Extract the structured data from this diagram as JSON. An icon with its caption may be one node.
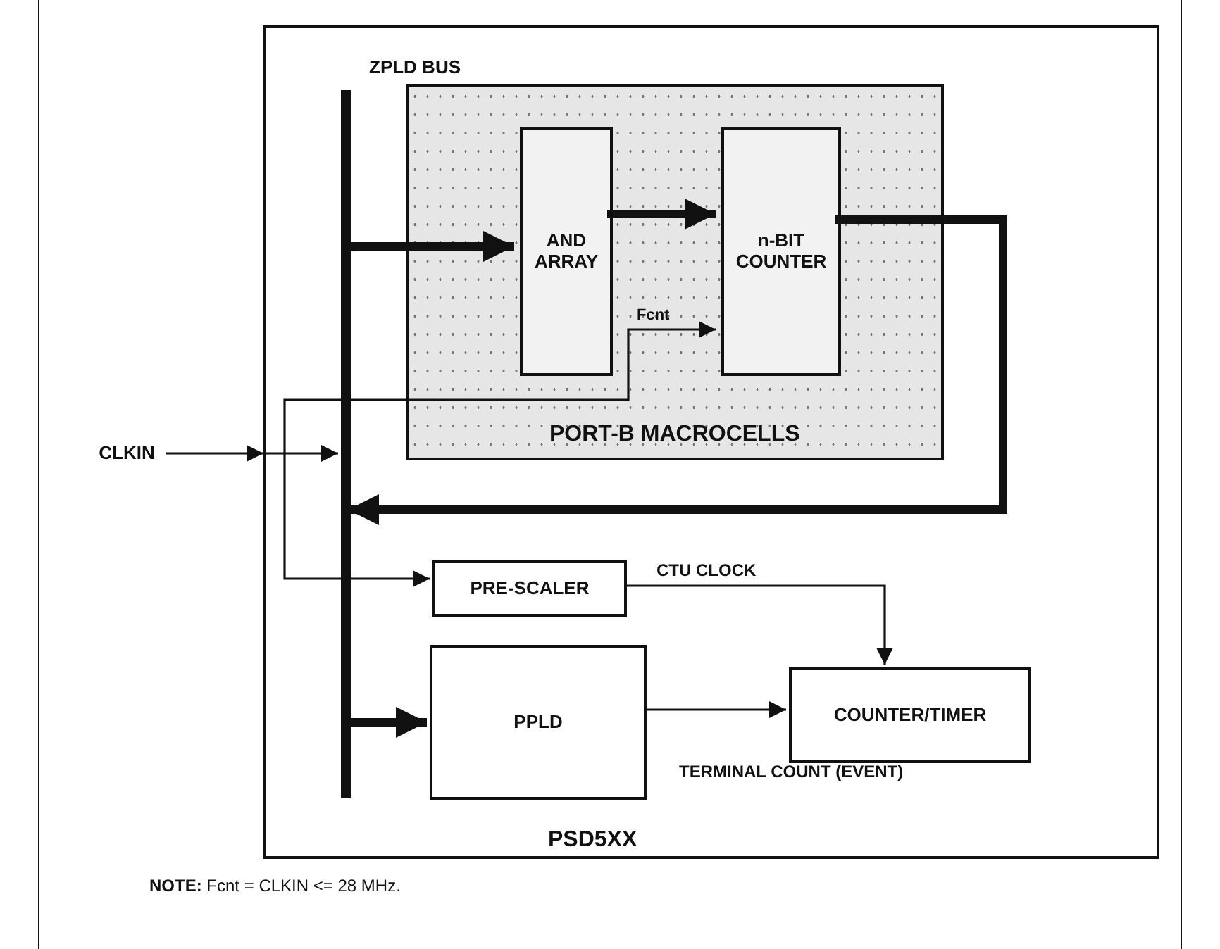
{
  "diagram": {
    "nodes": [
      {
        "text": [
          "PSD5XX"
        ]
      },
      {
        "text": [
          "ZPLD BUS"
        ],
        "in": 0
      },
      {
        "text": [
          "PORT-B MACROCELLS"
        ],
        "in": 0
      },
      {
        "text": [
          "AND ARRAY"
        ],
        "in": 2
      },
      {
        "text": [
          "n-BIT COUNTER"
        ],
        "in": 2
      },
      {
        "text": [
          "CLKIN"
        ]
      },
      {
        "text": [
          "PRE-SCALER"
        ],
        "in": 0
      },
      {
        "text": [
          "PPLD"
        ],
        "in": 0
      },
      {
        "text": [
          "COUNTER/TIMER"
        ],
        "in": 0
      }
    ],
    "edges": [
      {
        "from": 1,
        "to": 3,
        "arrow": "to",
        "style": "thick"
      },
      {
        "from": 3,
        "to": 4,
        "arrow": "to",
        "style": "thick"
      },
      {
        "from": 4,
        "to": 1,
        "arrow": "to",
        "style": "thick"
      },
      {
        "from": 5,
        "to": 1,
        "arrow": "to"
      },
      {
        "from": null,
        "to": 4,
        "arrow": "to",
        "label": "Fcnt"
      },
      {
        "from": null,
        "to": 6,
        "arrow": "to"
      },
      {
        "from": 6,
        "to": 8,
        "arrow": "to",
        "label": "CTU CLOCK"
      },
      {
        "from": 1,
        "to": 7,
        "arrow": "to",
        "style": "thick"
      },
      {
        "from": 7,
        "to": 8,
        "arrow": "to",
        "label": "TERMINAL COUNT (EVENT)"
      }
    ],
    "labels": [
      "**NOTE:** Fcnt = CLKIN <= 28 MHz."
    ]
  }
}
